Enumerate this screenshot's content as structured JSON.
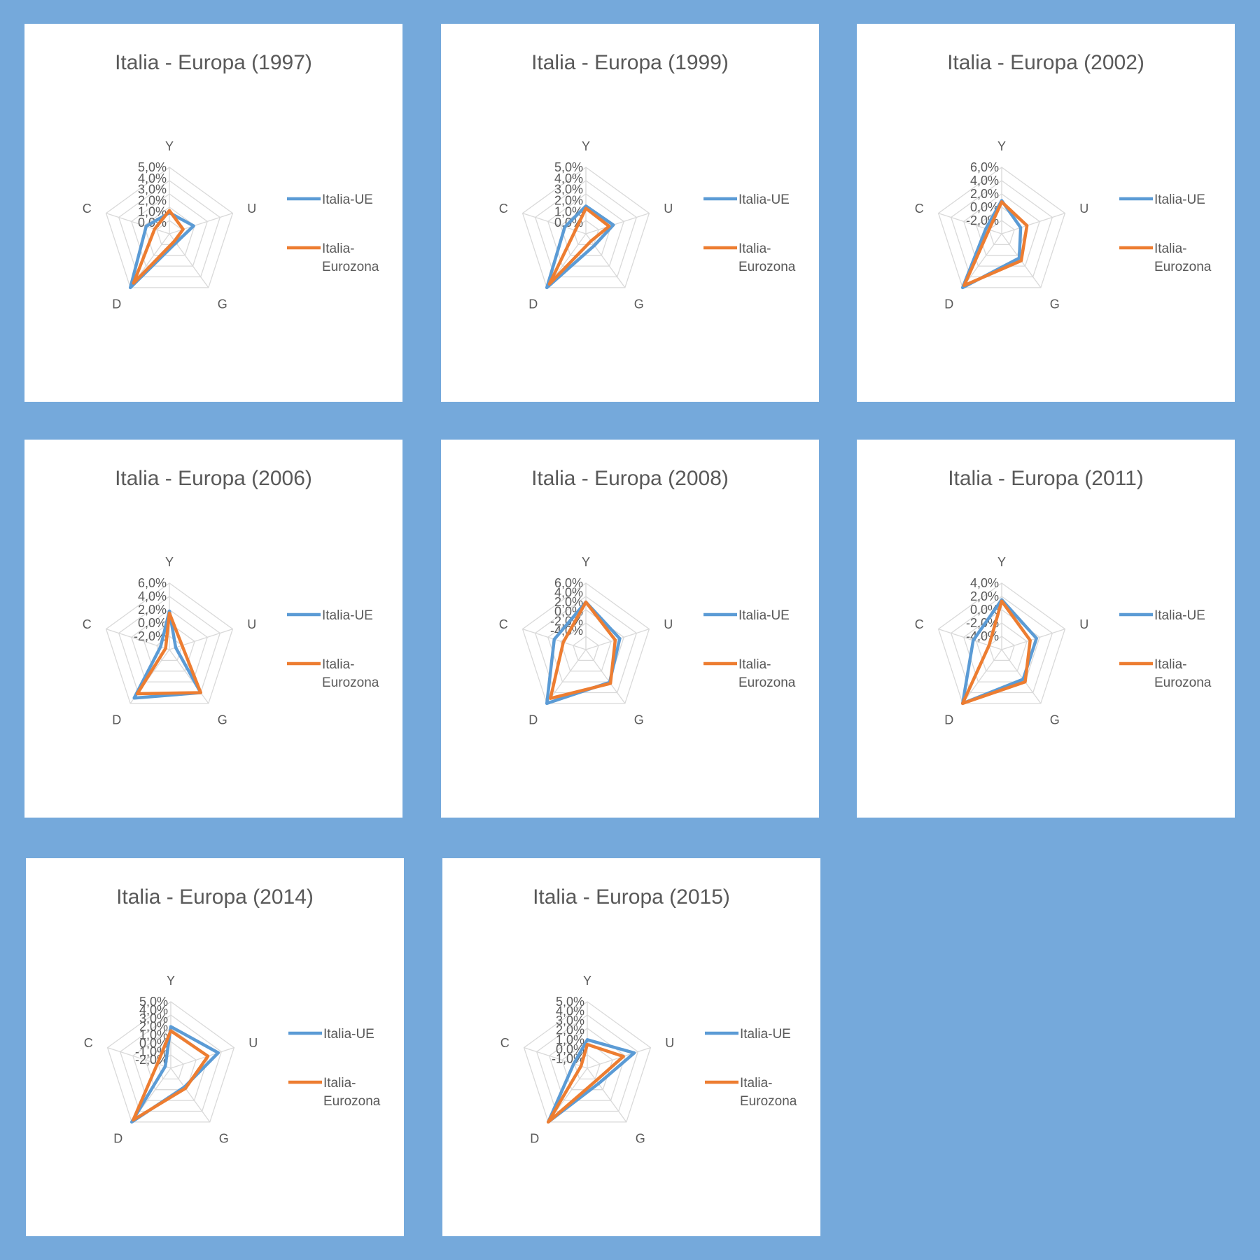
{
  "chart_data": [
    {
      "type": "radar",
      "title": "Italia - Europa (1997)",
      "categories": [
        "Y",
        "U",
        "G",
        "D",
        "C"
      ],
      "ticks": [
        "0,0%",
        "1,0%",
        "2,0%",
        "3,0%",
        "4,0%",
        "5,0%"
      ],
      "rlim": [
        -1.0,
        5.0
      ],
      "legend_position": "right",
      "series": [
        {
          "name": "Italia-UE",
          "color": "#5B9BD5",
          "values": [
            0.9,
            1.3,
            0.0,
            5.0,
            1.2
          ]
        },
        {
          "name": "Italia-Eurozona",
          "color": "#ED7D31",
          "values": [
            1.1,
            0.3,
            -0.2,
            4.5,
            0.4
          ]
        }
      ]
    },
    {
      "type": "radar",
      "title": "Italia - Europa (1999)",
      "categories": [
        "Y",
        "U",
        "G",
        "D",
        "C"
      ],
      "ticks": [
        "0,0%",
        "1,0%",
        "2,0%",
        "3,0%",
        "4,0%",
        "5,0%"
      ],
      "rlim": [
        -1.0,
        5.0
      ],
      "legend_position": "right",
      "series": [
        {
          "name": "Italia-UE",
          "color": "#5B9BD5",
          "values": [
            1.5,
            1.6,
            0.3,
            5.0,
            1.0
          ]
        },
        {
          "name": "Italia-Eurozona",
          "color": "#ED7D31",
          "values": [
            1.3,
            1.2,
            -0.2,
            4.6,
            0.0
          ]
        }
      ]
    },
    {
      "type": "radar",
      "title": "Italia - Europa (2002)",
      "categories": [
        "Y",
        "U",
        "G",
        "D",
        "C"
      ],
      "ticks": [
        "-2,0%",
        "0,0%",
        "2,0%",
        "4,0%",
        "6,0%"
      ],
      "rlim": [
        -4.0,
        6.0
      ],
      "legend_position": "right",
      "series": [
        {
          "name": "Italia-UE",
          "color": "#5B9BD5",
          "values": [
            1.0,
            -1.0,
            0.5,
            6.0,
            -1.5
          ]
        },
        {
          "name": "Italia-Eurozona",
          "color": "#ED7D31",
          "values": [
            0.8,
            0.0,
            1.0,
            5.6,
            -2.0
          ]
        }
      ]
    },
    {
      "type": "radar",
      "title": "Italia - Europa (2006)",
      "categories": [
        "Y",
        "U",
        "G",
        "D",
        "C"
      ],
      "ticks": [
        "-2,0%",
        "0,0%",
        "2,0%",
        "4,0%",
        "6,0%"
      ],
      "rlim": [
        -4.0,
        6.0
      ],
      "legend_position": "right",
      "series": [
        {
          "name": "Italia-UE",
          "color": "#5B9BD5",
          "values": [
            1.8,
            -3.0,
            4.0,
            5.0,
            -2.6
          ]
        },
        {
          "name": "Italia-Eurozona",
          "color": "#ED7D31",
          "values": [
            1.5,
            -2.0,
            4.0,
            4.2,
            -3.4
          ]
        }
      ]
    },
    {
      "type": "radar",
      "title": "Italia - Europa (2008)",
      "categories": [
        "Y",
        "U",
        "G",
        "D",
        "C"
      ],
      "ticks": [
        "-4,0%",
        "-2,0%",
        "0,0%",
        "2,0%",
        "4,0%",
        "6,0%"
      ],
      "rlim": [
        -8.0,
        6.0
      ],
      "legend_position": "right",
      "series": [
        {
          "name": "Italia-UE",
          "color": "#5B9BD5",
          "values": [
            2.0,
            -0.5,
            0.5,
            6.0,
            -1.0
          ]
        },
        {
          "name": "Italia-Eurozona",
          "color": "#ED7D31",
          "values": [
            2.0,
            -1.5,
            0.8,
            4.7,
            -3.0
          ]
        }
      ]
    },
    {
      "type": "radar",
      "title": "Italia - Europa (2011)",
      "categories": [
        "Y",
        "U",
        "G",
        "D",
        "C"
      ],
      "ticks": [
        "-4,0%",
        "-2,0%",
        "0,0%",
        "2,0%",
        "4,0%"
      ],
      "rlim": [
        -6.0,
        4.0
      ],
      "legend_position": "right",
      "series": [
        {
          "name": "Italia-UE",
          "color": "#5B9BD5",
          "values": [
            1.5,
            -0.5,
            -0.5,
            4.0,
            -1.5
          ]
        },
        {
          "name": "Italia-Eurozona",
          "color": "#ED7D31",
          "values": [
            1.3,
            -1.5,
            0.0,
            4.0,
            -4.0
          ]
        }
      ]
    },
    {
      "type": "radar",
      "title": "Italia - Europa (2014)",
      "categories": [
        "Y",
        "U",
        "G",
        "D",
        "C"
      ],
      "ticks": [
        "-2,0%",
        "-1,0%",
        "0,0%",
        "1,0%",
        "2,0%",
        "3,0%",
        "4,0%",
        "5,0%"
      ],
      "rlim": [
        -3.0,
        5.0
      ],
      "legend_position": "right",
      "series": [
        {
          "name": "Italia-UE",
          "color": "#5B9BD5",
          "values": [
            2.0,
            3.0,
            -0.2,
            5.0,
            -2.3
          ]
        },
        {
          "name": "Italia-Eurozona",
          "color": "#ED7D31",
          "values": [
            1.5,
            1.7,
            0.0,
            4.7,
            -1.3
          ]
        }
      ]
    },
    {
      "type": "radar",
      "title": "Italia - Europa (2015)",
      "categories": [
        "Y",
        "U",
        "G",
        "D",
        "C"
      ],
      "ticks": [
        "-1,0%",
        "0,0%",
        "1,0%",
        "2,0%",
        "3,0%",
        "4,0%",
        "5,0%"
      ],
      "rlim": [
        -2.0,
        5.0
      ],
      "legend_position": "right",
      "series": [
        {
          "name": "Italia-UE",
          "color": "#5B9BD5",
          "values": [
            1.0,
            3.2,
            0.0,
            5.0,
            -0.5
          ]
        },
        {
          "name": "Italia-Eurozona",
          "color": "#ED7D31",
          "values": [
            0.5,
            2.0,
            -0.4,
            5.0,
            -1.3
          ]
        }
      ]
    }
  ]
}
